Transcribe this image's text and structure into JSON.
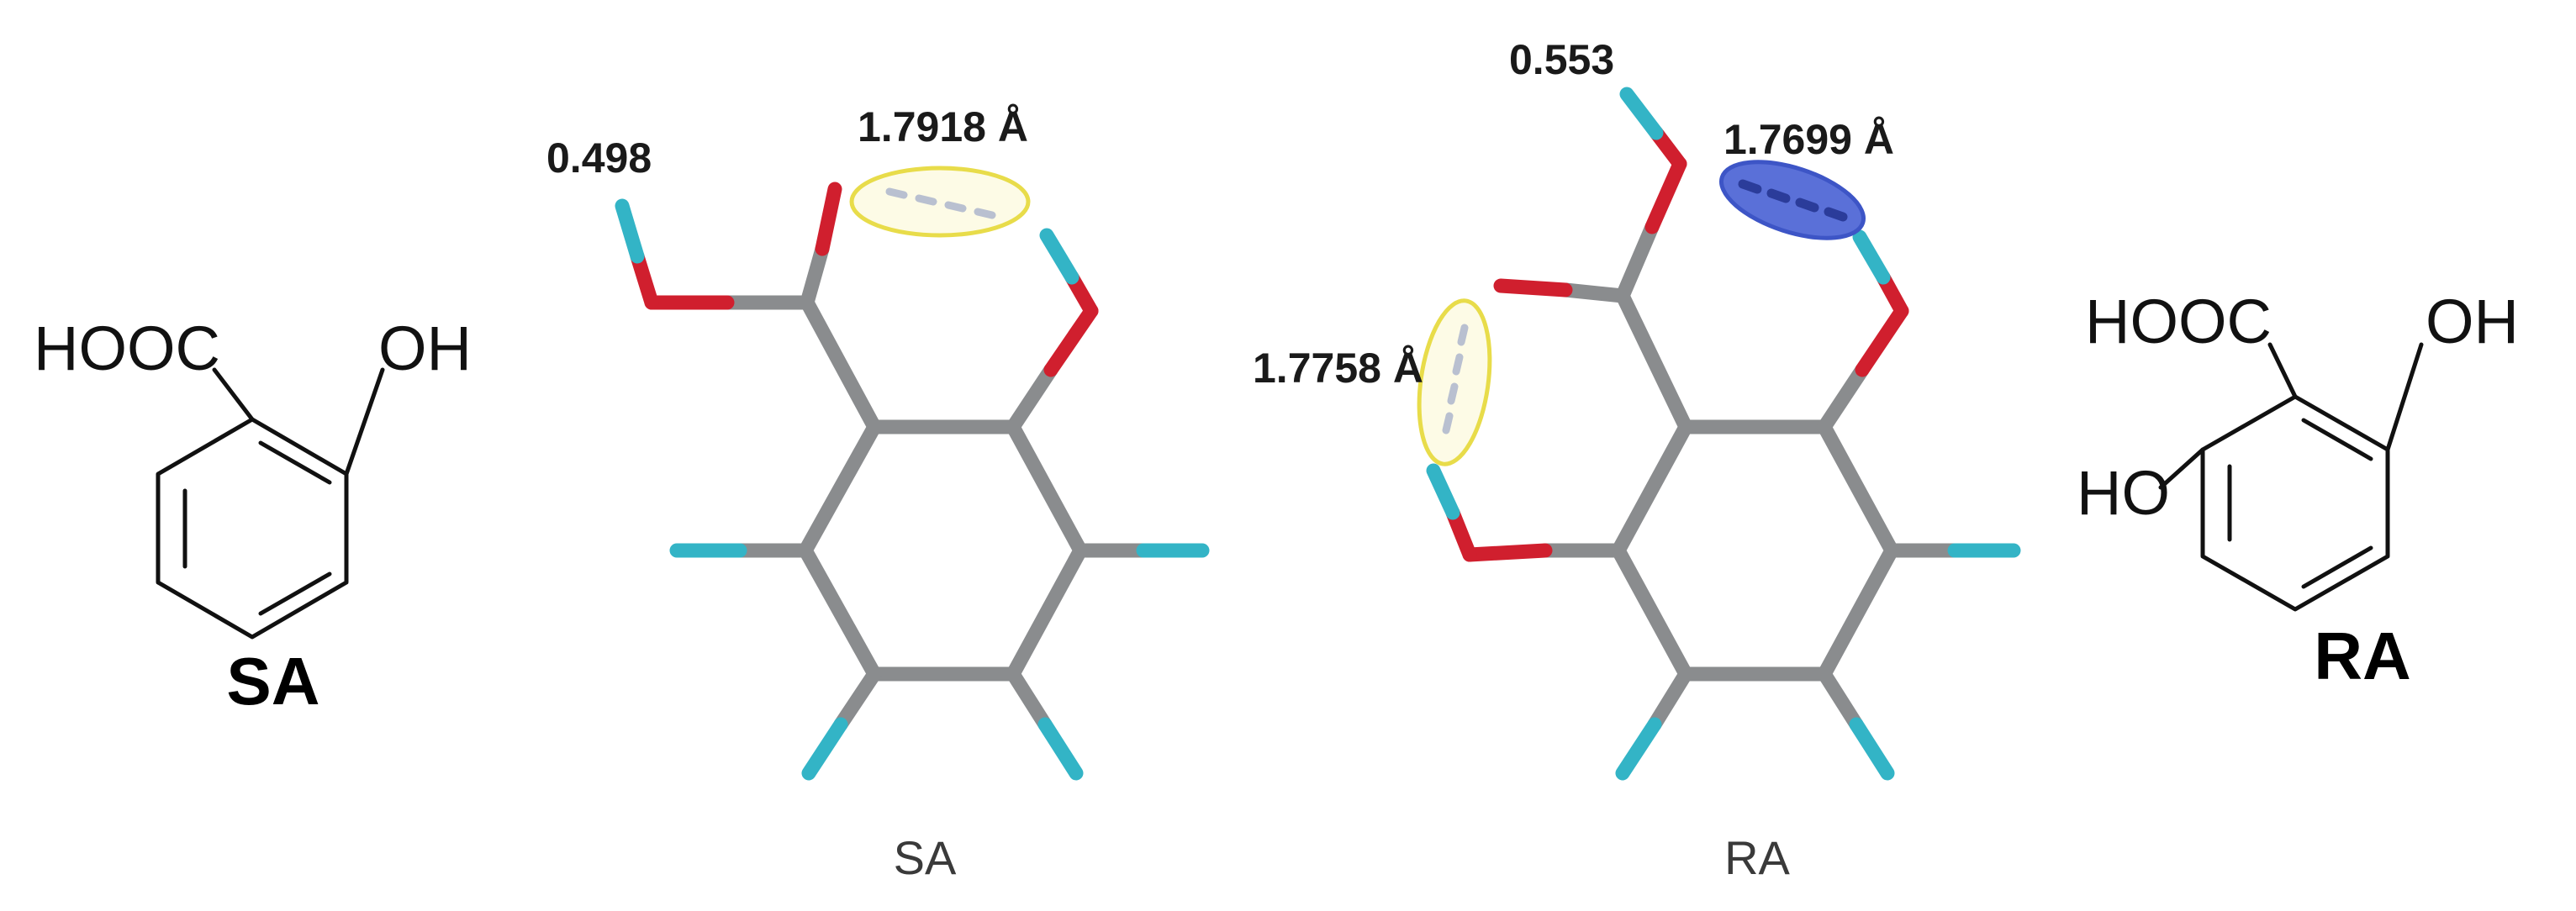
{
  "sa_formula": {
    "substituent_cooh": "HOOC",
    "substituent_oh": "OH",
    "name": "SA"
  },
  "sa_model": {
    "value_charge": "0.498",
    "hbond_length": "1.7918 Å",
    "caption": "SA"
  },
  "ra_model": {
    "value_charge": "0.553",
    "hbond_length_upper": "1.7699 Å",
    "hbond_length_left": "1.7758 Å",
    "caption": "RA"
  },
  "ra_formula": {
    "substituent_cooh": "HOOC",
    "substituent_oh_top": "OH",
    "substituent_oh_left": "HO",
    "name": "RA"
  },
  "colors": {
    "carbon": "#8a8c8e",
    "oxygen": "#d01f2e",
    "hydrogen": "#33b4c6",
    "ellipse_yellow": "#e8dc4a",
    "ellipse_blue": "#3d55c6"
  }
}
